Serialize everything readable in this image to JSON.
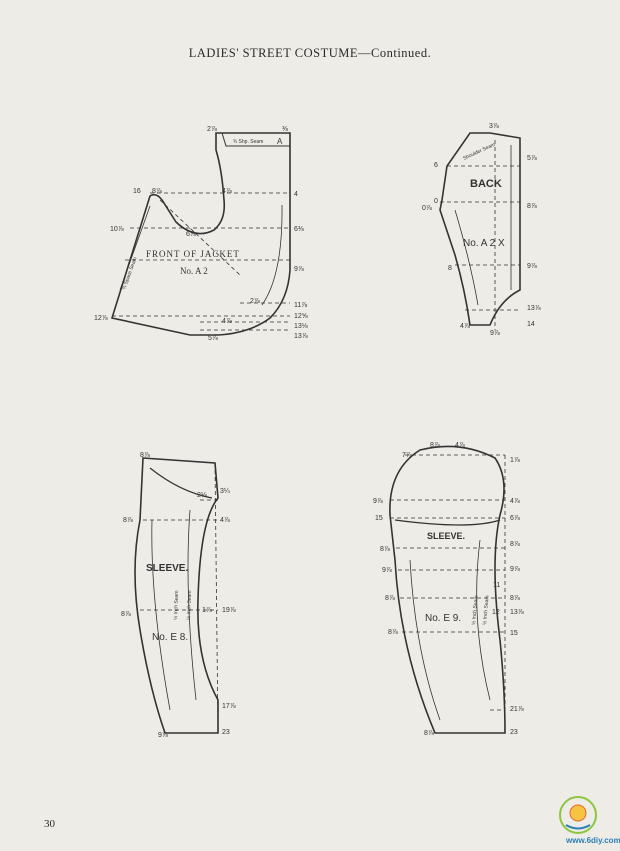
{
  "page": {
    "title": "LADIES' STREET COSTUME—Continued.",
    "page_number": "30"
  },
  "diagrams": {
    "front": {
      "title": "FRONT OF JACKET",
      "number": "No. A 2",
      "seam_right": "¾ Shp. Seam",
      "seam_left": "¾ Space Seam",
      "labels": {
        "top_a": "2⅞",
        "top_b": "⅜",
        "corner": "A",
        "r1": "4",
        "r2": "6⅜",
        "r3": "9⅞",
        "r4": "11⅞",
        "r5": "12⅝",
        "r6": "13⅛",
        "r7": "13⅞",
        "l1": "16",
        "l2": "8⅞",
        "l3": "4⅞",
        "l4": "10⅞",
        "l5": "12⅞",
        "m1": "6⅞",
        "m2": "2⅞",
        "m3": "4⅞",
        "b1": "5⅞"
      }
    },
    "back": {
      "title": "BACK",
      "number": "No. A 2 X",
      "seam": "Shoulder Seam",
      "labels": {
        "top": "3⅞",
        "l1": "6",
        "l2": "0",
        "l3": "0⅞",
        "l4": "8",
        "b1": "4⅞",
        "b2": "9⅞",
        "r1": "5⅞",
        "r2": "8⅞",
        "r3": "9⅞",
        "r4": "13⅞",
        "r5": "14"
      }
    },
    "sleeve1": {
      "title": "SLEEVE.",
      "number": "No. E 8.",
      "seam_a": "½ Inch Seam",
      "seam_b": "½ Inch Seam",
      "labels": {
        "top": "8⅞",
        "r1": "2⅛",
        "r2": "3¼",
        "r3": "4⅞",
        "r4": "1⅞",
        "r5": "19⅞",
        "r6": "17⅞",
        "r7": "23",
        "l1": "8⅞",
        "l2": "8⅞",
        "bottom": "9⅞"
      }
    },
    "sleeve2": {
      "title": "SLEEVE.",
      "number": "No. E 9.",
      "seam_a": "½ Inch Seam",
      "seam_b": "½ Inch Seam",
      "labels": {
        "top_a": "8⅞",
        "top_b": "4⅞",
        "tl": "7⅞",
        "l1": "9⅞",
        "l2": "15",
        "l3": "8⅞",
        "l4": "9⅞",
        "l5": "8⅞",
        "l6": "8⅞",
        "r1": "1⅞",
        "r2": "4⅞",
        "r3": "6⅞",
        "r4": "8⅞",
        "r5": "9⅞",
        "r6": "11",
        "r7": "8⅞",
        "r8": "12",
        "r9": "13⅞",
        "r10": "15",
        "r11": "21⅞",
        "r12": "23",
        "bottom": "8⅞"
      }
    }
  },
  "watermark": {
    "text": "www.6diy.com"
  }
}
